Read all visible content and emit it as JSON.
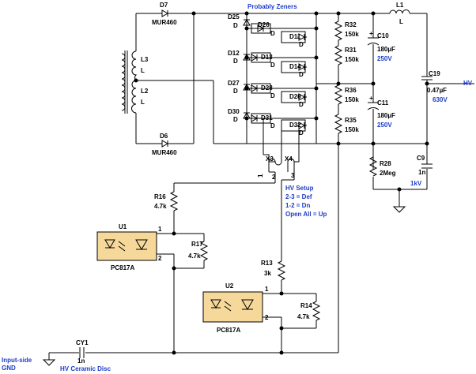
{
  "colors": {
    "wire": "#000000",
    "accent_text": "#1e3cc8",
    "optocoupler_fill": "#f5d89a",
    "background": "#ffffff"
  },
  "labels": {
    "probably_zeners": "Probably Zeners",
    "hv": "HV",
    "input_side": "Input-side",
    "gnd": "GND",
    "hv_ceramic_disc": "HV Ceramic Disc",
    "hv_setup_title": "HV Setup",
    "hv_setup_def": "2-3 = Def",
    "hv_setup_dn": "1-2 = Dn",
    "hv_setup_up": "Open All = Up"
  },
  "components": {
    "d7": {
      "ref": "D7",
      "value": "MUR460"
    },
    "d6": {
      "ref": "D6",
      "value": "MUR460"
    },
    "l3": {
      "ref": "L3",
      "value": "L"
    },
    "l2": {
      "ref": "L2",
      "value": "L"
    },
    "l1": {
      "ref": "L1",
      "value": "L"
    },
    "d25": {
      "ref": "D25",
      "value": "D"
    },
    "d26": {
      "ref": "D26",
      "value": "D"
    },
    "d11": {
      "ref": "D11",
      "value": "D"
    },
    "d12": {
      "ref": "D12",
      "value": "D"
    },
    "d13": {
      "ref": "D13",
      "value": "D"
    },
    "d14": {
      "ref": "D14",
      "value": "D"
    },
    "d27": {
      "ref": "D27",
      "value": "D"
    },
    "d28": {
      "ref": "D28",
      "value": "D"
    },
    "d29": {
      "ref": "D29",
      "value": "D"
    },
    "d30": {
      "ref": "D30",
      "value": "D"
    },
    "d31": {
      "ref": "D31",
      "value": "D"
    },
    "d32": {
      "ref": "D32",
      "value": "D"
    },
    "r32": {
      "ref": "R32",
      "value": "150k"
    },
    "r31": {
      "ref": "R31",
      "value": "150k"
    },
    "r36": {
      "ref": "R36",
      "value": "150k"
    },
    "r35": {
      "ref": "R35",
      "value": "150k"
    },
    "c10": {
      "ref": "C10",
      "value": "180µF",
      "voltage": "250V"
    },
    "c11": {
      "ref": "C11",
      "value": "180µF",
      "voltage": "250V"
    },
    "c19": {
      "ref": "C19",
      "value": "0.47µF",
      "voltage": "630V"
    },
    "r28": {
      "ref": "R28",
      "value": "2Meg"
    },
    "c9": {
      "ref": "C9",
      "value": "1n",
      "voltage": "1kV"
    },
    "x3": {
      "ref": "X3"
    },
    "x4": {
      "ref": "X4"
    },
    "x_pins": {
      "p1": "1",
      "p2": "2",
      "p3": "3"
    },
    "r16": {
      "ref": "R16",
      "value": "4.7k"
    },
    "u1": {
      "ref": "U1",
      "value": "PC817A",
      "pin1": "1",
      "pin2": "2"
    },
    "r17": {
      "ref": "R17",
      "value": "4.7k"
    },
    "r13": {
      "ref": "R13",
      "value": "3k"
    },
    "u2": {
      "ref": "U2",
      "value": "PC817A",
      "pin1": "1",
      "pin2": "2"
    },
    "r14": {
      "ref": "R14",
      "value": "4.7k"
    },
    "cy1": {
      "ref": "CY1",
      "value": "1n"
    }
  }
}
